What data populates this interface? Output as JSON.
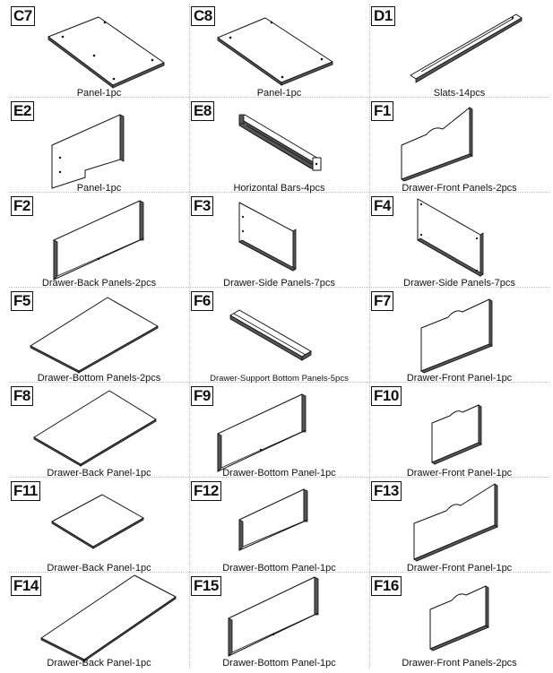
{
  "parts": [
    {
      "code": "C7",
      "label": "Panel-1pc",
      "icon": "flat-panel-with-holes"
    },
    {
      "code": "C8",
      "label": "Panel-1pc",
      "icon": "flat-panel-with-holes"
    },
    {
      "code": "D1",
      "label": "Slats-14pcs",
      "icon": "long-slat"
    },
    {
      "code": "E2",
      "label": "Panel-1pc",
      "icon": "upright-panel-with-notch"
    },
    {
      "code": "E8",
      "label": "Horizontal Bars-4pcs",
      "icon": "drawer-slide-rail"
    },
    {
      "code": "F1",
      "label": "Drawer-Front Panels-2pcs",
      "icon": "drawer-front-with-handle-cutout"
    },
    {
      "code": "F2",
      "label": "Drawer-Back Panels-2pcs",
      "icon": "drawer-back-panel"
    },
    {
      "code": "F3",
      "label": "Drawer-Side Panels-7pcs",
      "icon": "drawer-side-panel"
    },
    {
      "code": "F4",
      "label": "Drawer-Side Panels-7pcs",
      "icon": "drawer-side-panel"
    },
    {
      "code": "F5",
      "label": "Drawer-Bottom Panels-2pcs",
      "icon": "flat-bottom-panel"
    },
    {
      "code": "F6",
      "label": "Drawer-Support Bottom Panels-5pcs",
      "icon": "support-bar"
    },
    {
      "code": "F7",
      "label": "Drawer-Front Panel-1pc",
      "icon": "drawer-front-with-handle-cutout"
    },
    {
      "code": "F8",
      "label": "Drawer-Back Panel-1pc",
      "icon": "flat-bottom-panel"
    },
    {
      "code": "F9",
      "label": "Drawer-Bottom Panel-1pc",
      "icon": "drawer-back-panel"
    },
    {
      "code": "F10",
      "label": "Drawer-Front Panel-1pc",
      "icon": "drawer-front-with-handle-cutout"
    },
    {
      "code": "F11",
      "label": "Drawer-Back Panel-1pc",
      "icon": "flat-bottom-panel"
    },
    {
      "code": "F12",
      "label": "Drawer-Bottom Panel-1pc",
      "icon": "drawer-back-panel"
    },
    {
      "code": "F13",
      "label": "Drawer-Front Panel-1pc",
      "icon": "drawer-front-with-handle-cutout"
    },
    {
      "code": "F14",
      "label": "Drawer-Back Panel-1pc",
      "icon": "flat-bottom-panel"
    },
    {
      "code": "F15",
      "label": "Drawer-Bottom Panel-1pc",
      "icon": "drawer-back-panel"
    },
    {
      "code": "F16",
      "label": "Drawer-Front Panels-2pcs",
      "icon": "drawer-front-with-handle-cutout"
    }
  ]
}
